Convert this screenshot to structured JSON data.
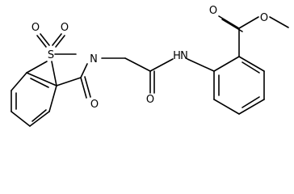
{
  "molecule": {
    "atom_labels": {
      "o_ester_carbonyl": "O",
      "o_ester_methoxy": "O",
      "n_amide": "N",
      "h_amide": "H",
      "o_amide": "O",
      "n_ring": "N",
      "s_sulfonyl": "S",
      "o_sulfonyl_left": "O",
      "o_sulfonyl_right": "O",
      "o_lactam": "O"
    },
    "colors": {
      "bond": "#000000",
      "label": "#000000",
      "background": "#ffffff"
    }
  }
}
